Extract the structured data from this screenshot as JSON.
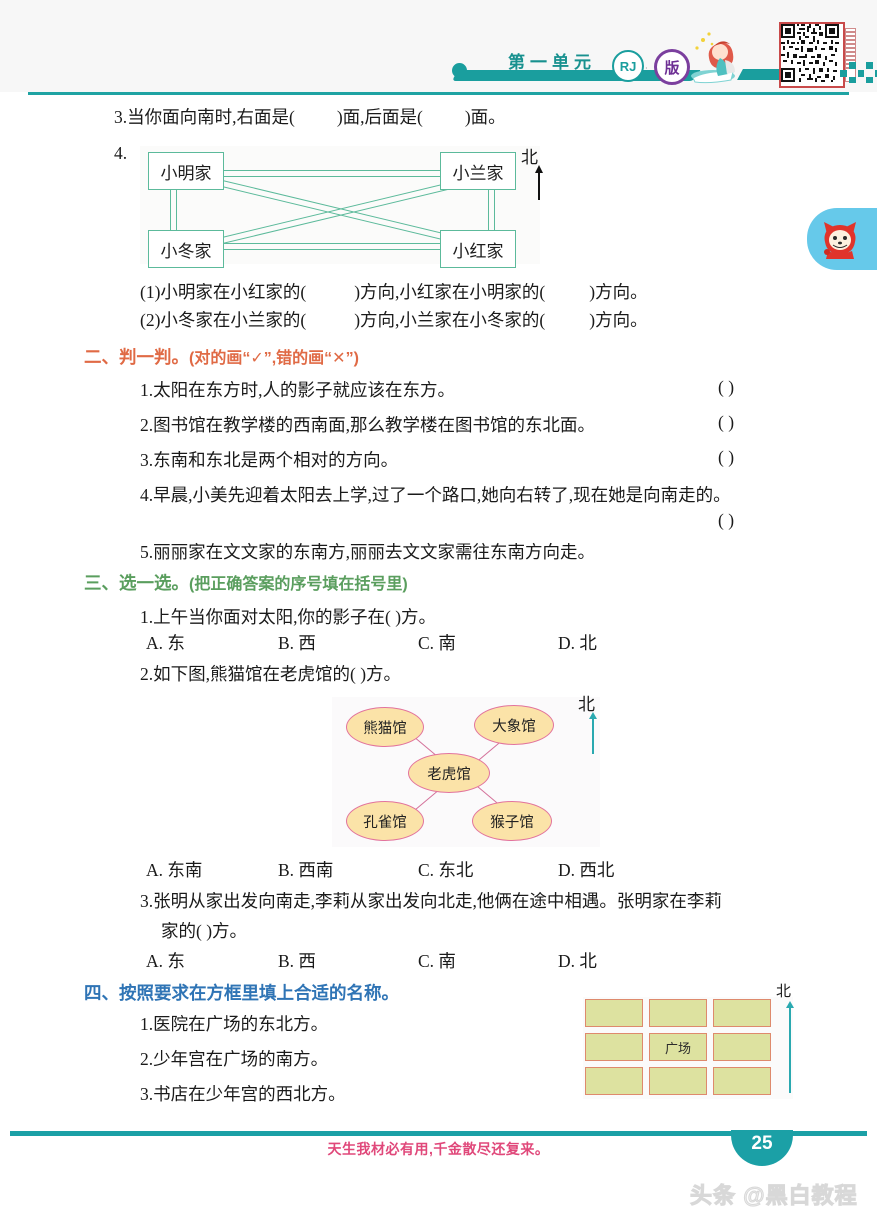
{
  "header": {
    "unit_label": "第一单元",
    "edition_code": "RJ",
    "edition_char": "版",
    "edition_sep": "·"
  },
  "q3": {
    "number": "3.",
    "text_a": "当你面向南时,右面是(",
    "text_b": ")面,后面是(",
    "text_c": ")面。"
  },
  "q4": {
    "number": "4.",
    "north": "北",
    "boxes": [
      {
        "label": "小明家"
      },
      {
        "label": "小兰家"
      },
      {
        "label": "小冬家"
      },
      {
        "label": "小红家"
      }
    ],
    "sub1": {
      "lead": "(1)小明家在小红家的(",
      "mid": ")方向,小红家在小明家的(",
      "end": ")方向。"
    },
    "sub2": {
      "lead": "(2)小冬家在小兰家的(",
      "mid": ")方向,小兰家在小冬家的(",
      "end": ")方向。"
    }
  },
  "section2": {
    "heading": "二、判一判。",
    "heading_note": "(对的画“✓”,错的画“✕”)",
    "color": "#e06a45",
    "items": [
      {
        "num": "1.",
        "text": "太阳在东方时,人的影子就应该在东方。",
        "bracket": "(        )"
      },
      {
        "num": "2.",
        "text": "图书馆在教学楼的西南面,那么教学楼在图书馆的东北面。",
        "bracket": "(        )"
      },
      {
        "num": "3.",
        "text": "东南和东北是两个相对的方向。",
        "bracket": "(        )"
      },
      {
        "num": "4.",
        "text": "早晨,小美先迎着太阳去上学,过了一个路口,她向右转了,现在她是向南走的。",
        "bracket": "(        )"
      },
      {
        "num": "5.",
        "text": "丽丽家在文文家的东南方,丽丽去文文家需往东南方向走。",
        "bracket": ""
      }
    ]
  },
  "section3": {
    "heading": "三、选一选。",
    "heading_note": "(把正确答案的序号填在括号里)",
    "color": "#5a9e5e",
    "q1": {
      "num": "1.",
      "text": "上午当你面对太阳,你的影子在(       )方。",
      "options": [
        "A. 东",
        "B. 西",
        "C. 南",
        "D. 北"
      ]
    },
    "q2": {
      "num": "2.",
      "text": "如下图,熊猫馆在老虎馆的(       )方。",
      "options": [
        "A. 东南",
        "B. 西南",
        "C. 东北",
        "D. 西北"
      ],
      "north": "北",
      "nodes": [
        {
          "label": "熊猫馆"
        },
        {
          "label": "大象馆"
        },
        {
          "label": "老虎馆"
        },
        {
          "label": "孔雀馆"
        },
        {
          "label": "猴子馆"
        }
      ]
    },
    "q3": {
      "num": "3.",
      "line1": "张明从家出发向南走,李莉从家出发向北走,他俩在途中相遇。张明家在李莉",
      "line2": "家的(       )方。",
      "options": [
        "A. 东",
        "B. 西",
        "C. 南",
        "D. 北"
      ]
    }
  },
  "section4": {
    "heading": "四、按照要求在方框里填上合适的名称。",
    "color": "#2f74b5",
    "items": [
      {
        "num": "1.",
        "text": "医院在广场的东北方。"
      },
      {
        "num": "2.",
        "text": "少年宫在广场的南方。"
      },
      {
        "num": "3.",
        "text": "书店在少年宫的西北方。"
      }
    ],
    "grid": {
      "north": "北",
      "cells": [
        "",
        "",
        "",
        "",
        "广场",
        "",
        "",
        "",
        ""
      ]
    }
  },
  "footer": {
    "motto": "天生我材必有用,千金散尽还复来。",
    "page_number": "25",
    "watermark": "头条 @黑白教程"
  }
}
